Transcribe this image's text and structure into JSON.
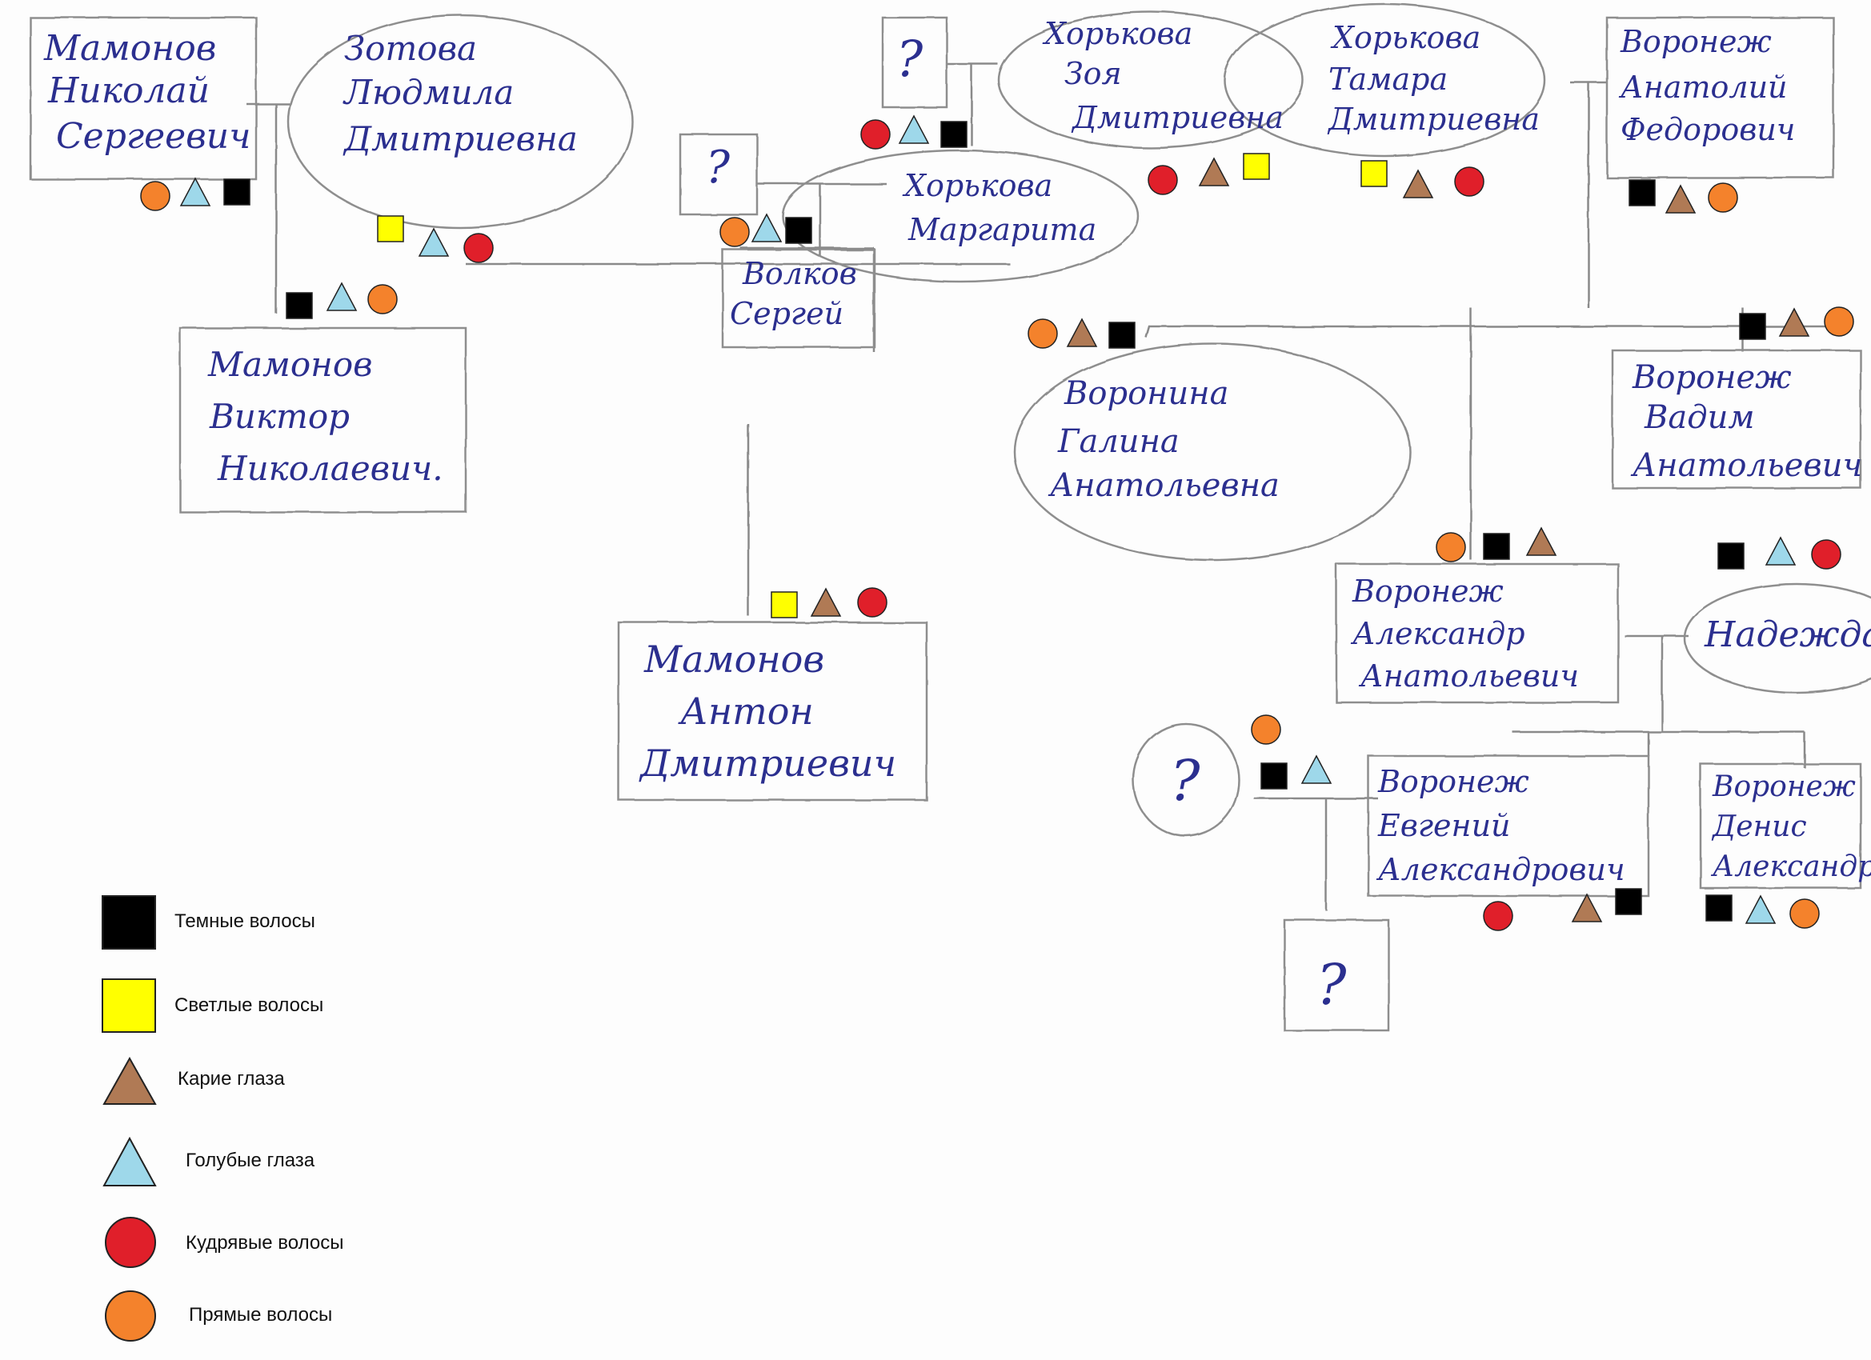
{
  "colors": {
    "dark_hair": "#000000",
    "light_hair": "#ffff00",
    "brown_eyes": "#b07a55",
    "blue_eyes": "#9ed8ea",
    "curly_hair": "#e01f2a",
    "straight_hair": "#f4822c",
    "ink": "#2b2f8f",
    "line": "#8a8a8a"
  },
  "people": {
    "nikolai": [
      "Мамонов",
      "Николай",
      "Сергеевич"
    ],
    "lyudmila": [
      "Зотова",
      "Людмила",
      "Дмитриевна"
    ],
    "unknown_top": [
      "?"
    ],
    "zoya": [
      "Хорькова",
      "Зоя",
      "Дмитриевна"
    ],
    "tamara": [
      "Хорькова",
      "Тамара",
      "Дмитриевна"
    ],
    "anatoly": [
      "Воронеж",
      "Анатолий",
      "Федорович"
    ],
    "unknown_left": [
      "?"
    ],
    "margarita": [
      "Хорькова",
      "Маргарита"
    ],
    "sergey": [
      "Волков",
      "Сергей"
    ],
    "viktor": [
      "Мамонов",
      "Виктор",
      "Николаевич."
    ],
    "galina": [
      "Воронина",
      "Галина",
      "Анатольевна"
    ],
    "vadim": [
      "Воронеж",
      "Вадим",
      "Анатольевич"
    ],
    "anton": [
      "Мамонов",
      "Антон",
      "Дмитриевич"
    ],
    "alexander": [
      "Воронеж",
      "Александр",
      "Анатольевич"
    ],
    "nadezhda": [
      "Надежда"
    ],
    "unknown_circle": [
      "?"
    ],
    "evgeny": [
      "Воронеж",
      "Евгений",
      "Александрович"
    ],
    "denis": [
      "Воронеж",
      "Денис",
      "Александрович"
    ],
    "unknown_bottom": [
      "?"
    ]
  },
  "legend": [
    {
      "symbol": "square",
      "color_key": "dark_hair",
      "label": "Темные волосы"
    },
    {
      "symbol": "square",
      "color_key": "light_hair",
      "label": "Светлые волосы"
    },
    {
      "symbol": "triangle",
      "color_key": "brown_eyes",
      "label": "Карие глаза"
    },
    {
      "symbol": "triangle",
      "color_key": "blue_eyes",
      "label": "Голубые глаза"
    },
    {
      "symbol": "circle",
      "color_key": "curly_hair",
      "label": "Кудрявые волосы"
    },
    {
      "symbol": "circle",
      "color_key": "straight_hair",
      "label": "Прямые волосы"
    }
  ]
}
